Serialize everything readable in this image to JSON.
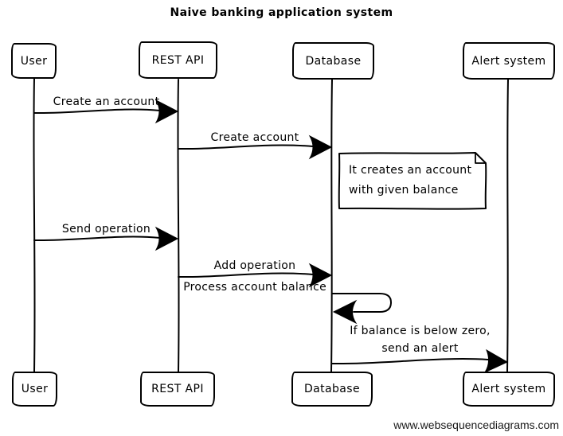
{
  "title": "Naive banking application system",
  "footer": "www.websequencediagrams.com",
  "actors": [
    {
      "name": "User"
    },
    {
      "name": "REST API"
    },
    {
      "name": "Database"
    },
    {
      "name": "Alert system"
    }
  ],
  "messages": [
    {
      "label": "Create an account",
      "from": "User",
      "to": "REST API"
    },
    {
      "label": "Create account",
      "from": "REST API",
      "to": "Database"
    },
    {
      "label": "Send operation",
      "from": "User",
      "to": "REST API"
    },
    {
      "label": "Add operation",
      "from": "REST API",
      "to": "Database"
    },
    {
      "label": "Process account balance",
      "from": "Database",
      "to": "Database",
      "kind": "self"
    },
    {
      "lines": [
        "If balance is below zero,",
        "send an alert"
      ],
      "from": "Database",
      "to": "Alert system"
    }
  ],
  "note": {
    "lines": [
      "It creates an account",
      "with given balance"
    ],
    "anchor": "Database"
  },
  "colors": {
    "stroke": "#000000",
    "background": "#ffffff",
    "footer_text": "#1a1a1a"
  }
}
